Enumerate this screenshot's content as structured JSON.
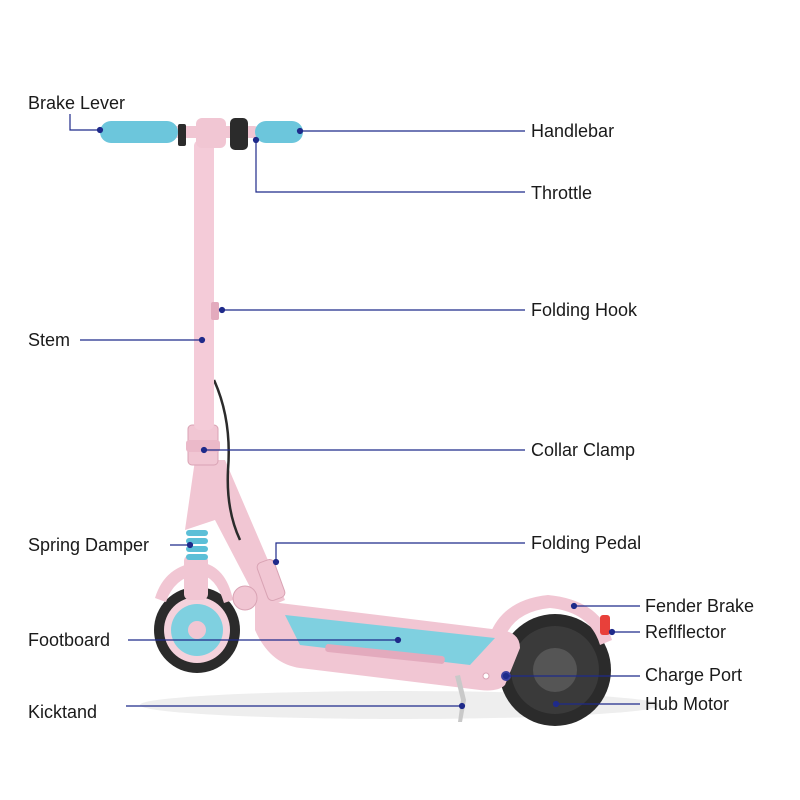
{
  "labels": {
    "brake_lever": "Brake Lever",
    "handlebar": "Handlebar",
    "throttle": "Throttle",
    "folding_hook": "Folding Hook",
    "stem": "Stem",
    "collar_clamp": "Collar Clamp",
    "spring_damper": "Spring Damper",
    "folding_pedal": "Folding Pedal",
    "fender_brake": "Fender Brake",
    "reflector": "Reflflector",
    "footboard": "Footboard",
    "charge_port": "Charge Port",
    "kickstand": "Kicktand",
    "hub_motor": "Hub Motor"
  },
  "colors": {
    "frame_pink": "#f1c6d3",
    "frame_pink_dark": "#d9a3b4",
    "accent_teal": "#6cc6dc",
    "deck_teal": "#7fd0e0",
    "tire_black": "#2b2b2b",
    "leader_line": "#1f2a8a",
    "reflector_red": "#e8403a"
  }
}
